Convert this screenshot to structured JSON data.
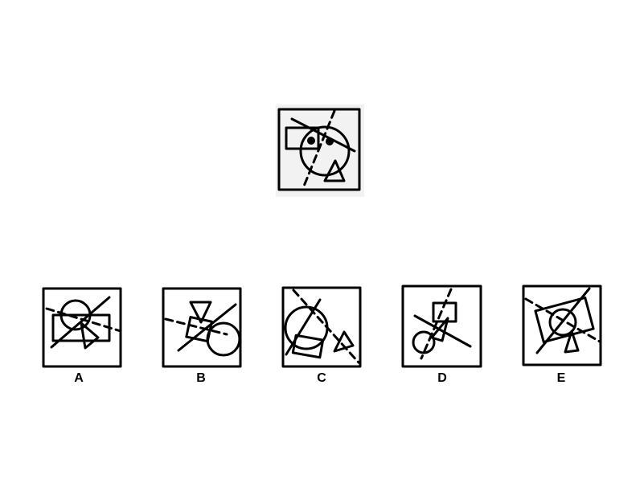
{
  "question": {
    "figure": "question-figure"
  },
  "options": [
    {
      "label": "A"
    },
    {
      "label": "B"
    },
    {
      "label": "C"
    },
    {
      "label": "D"
    },
    {
      "label": "E"
    }
  ],
  "colors": {
    "ink": "#000000",
    "background": "#ffffff",
    "question_bg": "#f2f2f2"
  }
}
